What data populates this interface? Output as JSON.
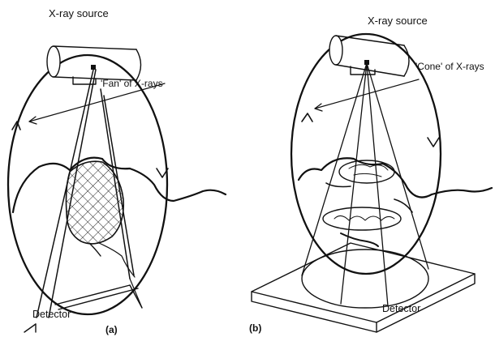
{
  "panels": [
    {
      "id": "a",
      "source_label": "X-ray source",
      "beam_label": "'Fan' of X-rays",
      "detector_label": "Detector",
      "panel_label": "(a)"
    },
    {
      "id": "b",
      "source_label": "X-ray source",
      "beam_label": "'Cone' of X-rays",
      "detector_label": "Detector",
      "panel_label": "(b)"
    }
  ],
  "colors": {
    "line": "#111111",
    "hatch": "#222222",
    "background": "#ffffff"
  }
}
